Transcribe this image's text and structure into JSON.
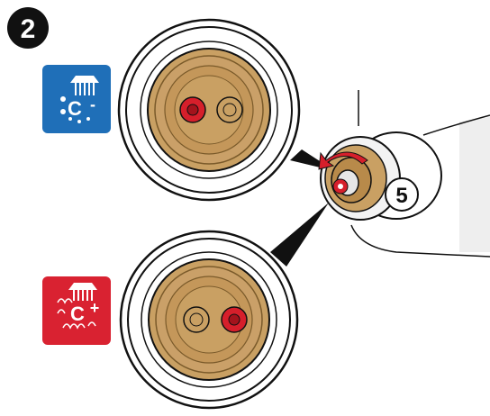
{
  "step": {
    "number": "2"
  },
  "detail": {
    "turns_label": "5"
  },
  "cold_badge": {
    "letter": "C",
    "sign": "-",
    "color": "#1f6fb8",
    "icon": "shower-cold-icon"
  },
  "hot_badge": {
    "letter": "C",
    "sign": "+",
    "color": "#d92231",
    "icon": "shower-hot-icon"
  },
  "colors": {
    "brass": "#c9a063",
    "brass_dark": "#a97c3c",
    "red_marker": "#d61f2b",
    "outline": "#111111",
    "fixture_fill": "#eeeeee"
  }
}
